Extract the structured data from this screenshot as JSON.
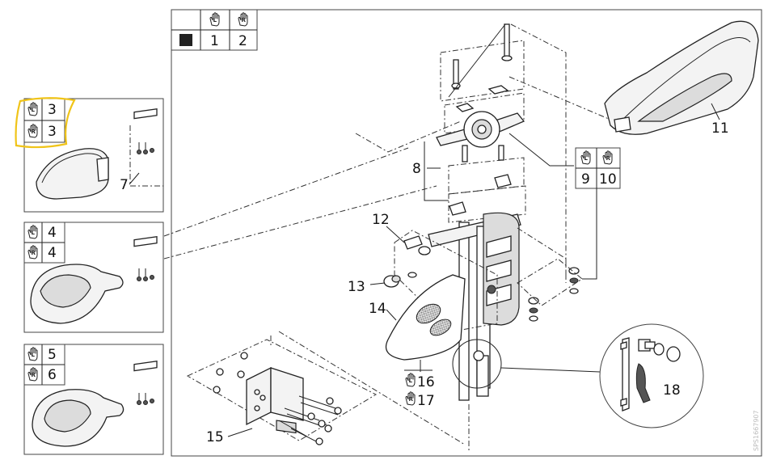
{
  "header_table": {
    "col1": "1",
    "col2": "2"
  },
  "variant_7": {
    "left": "3",
    "right": "3",
    "callout": "7"
  },
  "variant_4": {
    "left": "4",
    "right": "4"
  },
  "variant_56": {
    "left": "5",
    "right": "6"
  },
  "callouts": {
    "c8": "8",
    "c9": "9",
    "c10": "10",
    "c11": "11",
    "c12": "12",
    "c13": "13",
    "c14": "14",
    "c15": "15",
    "c16": "16",
    "c17": "17",
    "c18": "18"
  },
  "hand_letters": {
    "left": "L",
    "right": "R"
  },
  "drawing_code": "SPS1667907"
}
